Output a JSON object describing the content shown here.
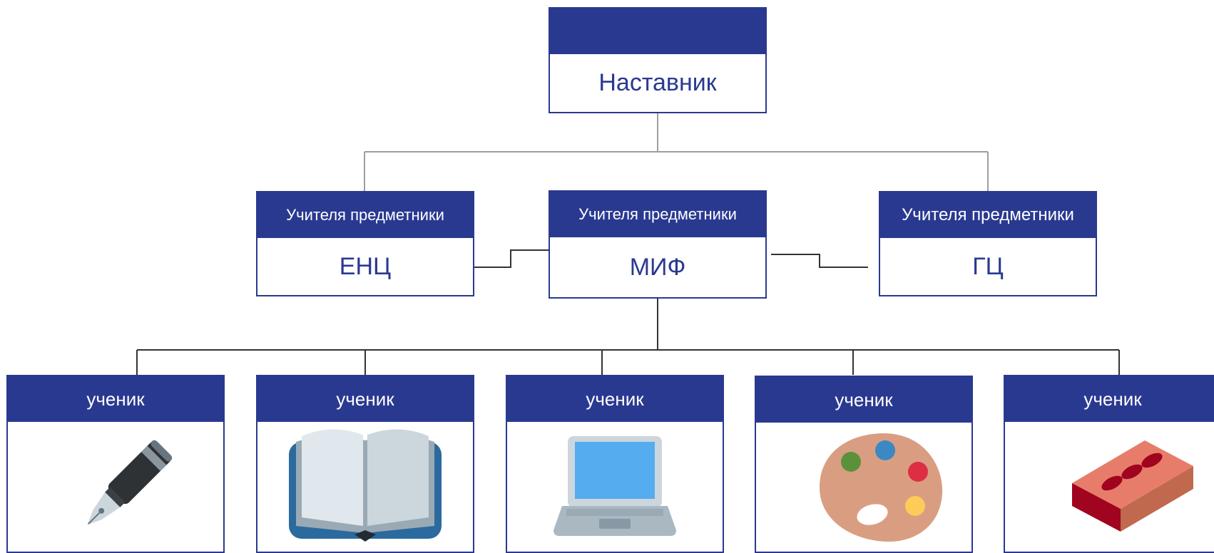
{
  "colors": {
    "header_fill": "#2a3990",
    "title_text": "#2a3990",
    "top_connector": "#9e9e9e",
    "connector": "#333333"
  },
  "mentor": {
    "header": "",
    "title": "Наставник"
  },
  "teachers": [
    {
      "header": "Учителя предметники",
      "title": "ЕНЦ"
    },
    {
      "header": "Учителя предметники",
      "title": "МИФ"
    },
    {
      "header": "Учителя предметники",
      "title": "ГЦ"
    }
  ],
  "students": [
    {
      "header": "ученик",
      "icon": "fountain-pen-icon"
    },
    {
      "header": "ученик",
      "icon": "open-book-icon"
    },
    {
      "header": "ученик",
      "icon": "laptop-icon"
    },
    {
      "header": "ученик",
      "icon": "artist-palette-icon"
    },
    {
      "header": "ученик",
      "icon": "brick-icon"
    }
  ]
}
